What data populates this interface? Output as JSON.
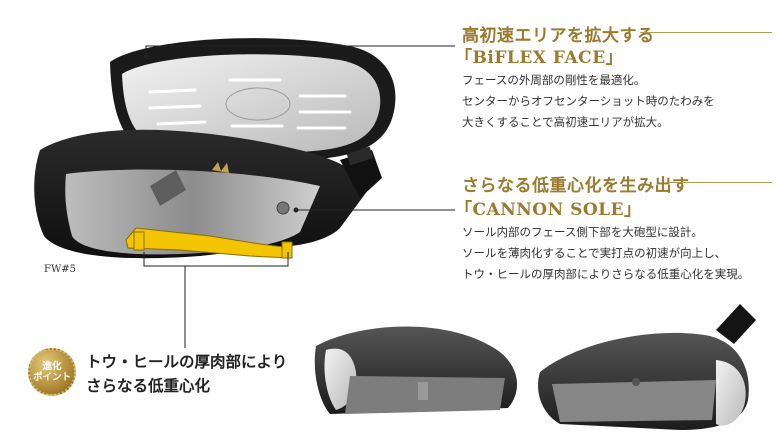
{
  "section1": {
    "title": "高初速エリアを拡大する",
    "subtitle": "「BiFLEX FACE」",
    "lines": [
      "フェースの外周部の剛性を最適化。",
      "センターからオフセンターショット時のたわみを",
      "大きくすることで高初速エリアが拡大。"
    ]
  },
  "section2": {
    "title": "さらなる低重心化を生み出す",
    "subtitle": "「CANNON SOLE」",
    "lines": [
      "ソール内部のフェース側下部を大砲型に設計。",
      "ソールを薄肉化することで実打点の初速が向上し、",
      "トウ・ヒールの厚肉部によりさらなる低重心化を実現。"
    ]
  },
  "model_label": "FW#5",
  "evolution": {
    "badge_line1": "進化",
    "badge_line2": "ポイント",
    "line1": "トウ・ヒールの厚肉部により",
    "line2": "さらなる低重心化"
  },
  "colors": {
    "gold": "#b59a55",
    "heading": "#9a7b2e",
    "accent_yellow": "#f2c500"
  }
}
